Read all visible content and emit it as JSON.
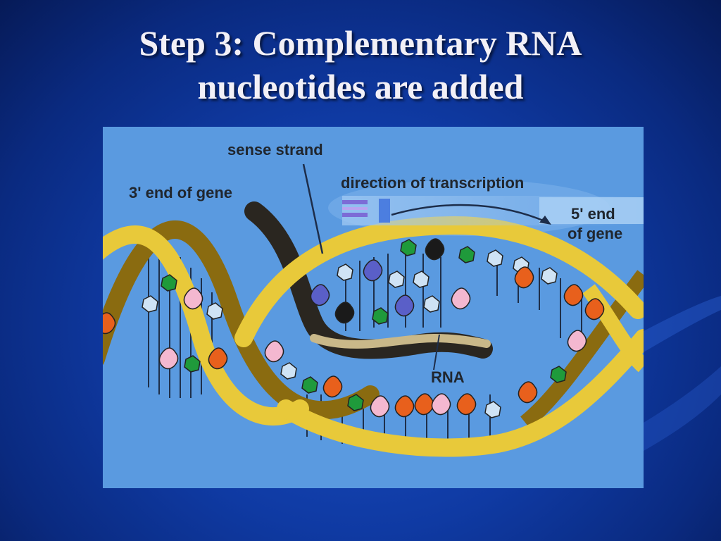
{
  "slide": {
    "title_line1": "Step 3: Complementary RNA",
    "title_line2": "nucleotides are added"
  },
  "diagram": {
    "labels": {
      "sense_strand": "sense strand",
      "direction": "direction of transcription",
      "three_prime": "3' end of gene",
      "five_prime_line1": "5' end",
      "five_prime_line2": "of gene",
      "rna": "RNA"
    },
    "colors": {
      "background": "#5a9ae0",
      "backbone": "#e8c93a",
      "base_green": "#1f9a3b",
      "base_orange": "#e8601c",
      "base_pink": "#f4b8d0",
      "base_purple": "#5a5fc8",
      "base_white": "#cfe3f5",
      "base_black": "#1a1a1a"
    }
  }
}
